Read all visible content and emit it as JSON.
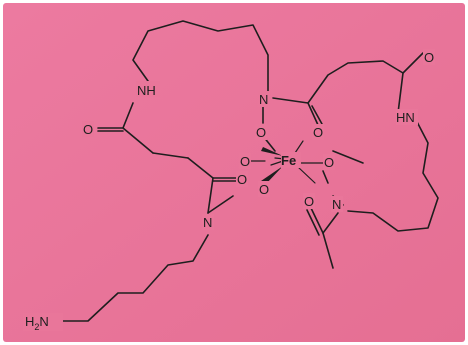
{
  "labels": {
    "metal": "Fe",
    "nh_left": "NH",
    "nh_right": "HN",
    "o_left_carbonyl": "O",
    "o_right_carbonyl": "O",
    "n_top": "N",
    "o_top_hydroxamate": "O",
    "o_top_carbonyl": "O",
    "o_left_upper": "O",
    "o_left_lower_carbonyl": "O",
    "o_left_lower_hydroxamate": "O",
    "n_lower_left": "N",
    "o_right_hydroxamate": "O",
    "o_right_carbonyl_lower": "O",
    "n_right": "N",
    "amine_h": "H",
    "amine_sub": "2",
    "amine_n": "N"
  },
  "colors": {
    "background": "#e9769a",
    "ink": "#1e1e1e"
  }
}
